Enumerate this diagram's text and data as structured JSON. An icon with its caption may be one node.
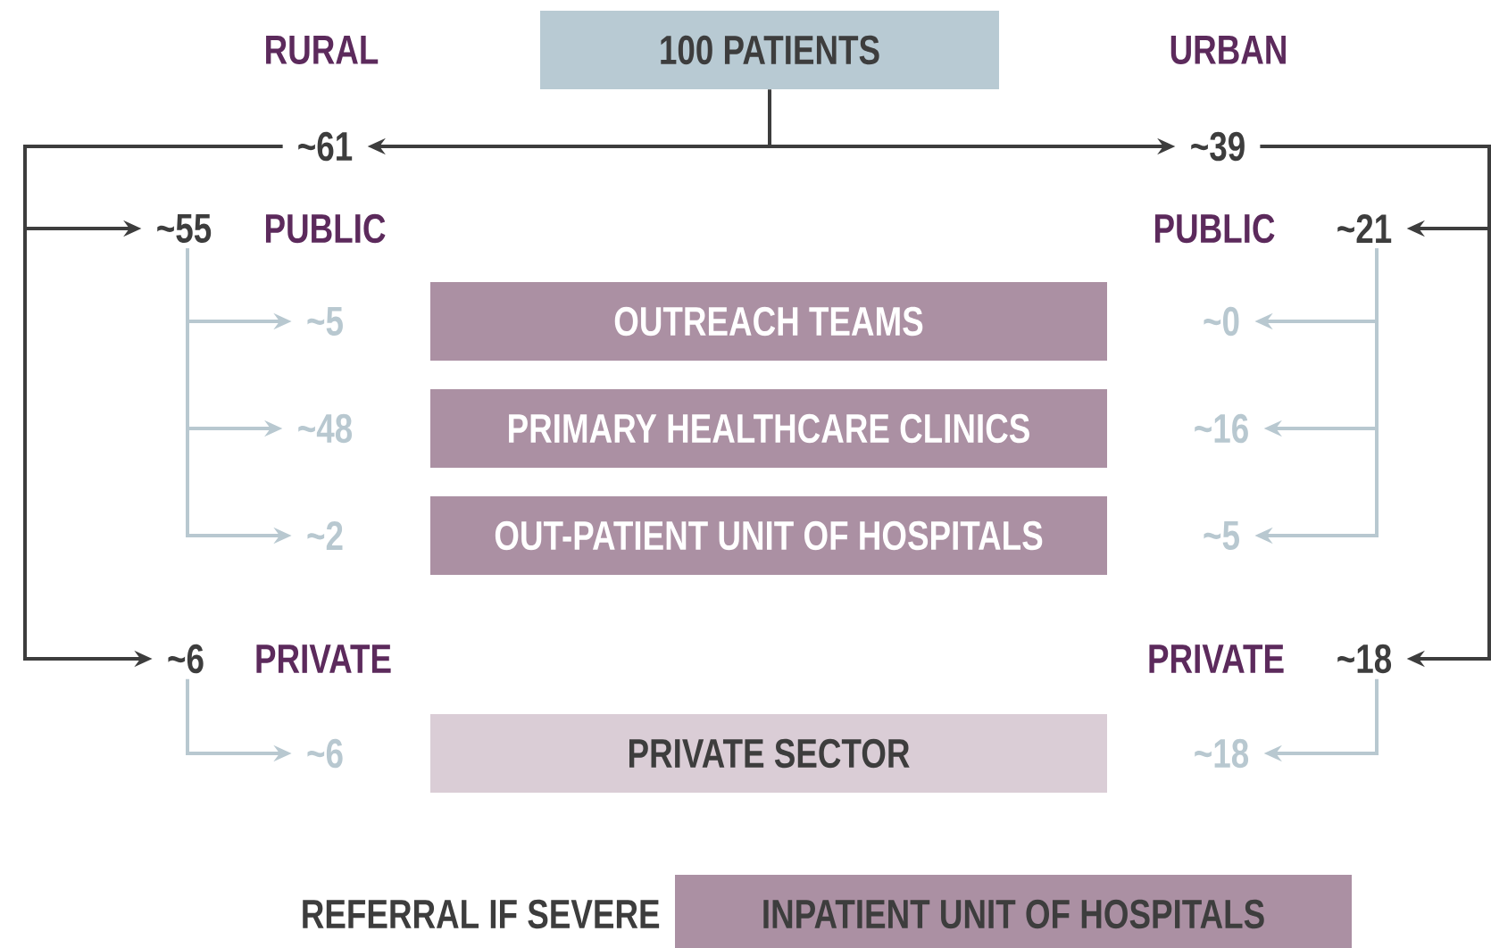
{
  "diagram": {
    "nodes": [
      {
        "text": [
          "100 PATIENTS"
        ]
      },
      {
        "text": [
          "~61"
        ]
      },
      {
        "text": [
          "~39"
        ]
      },
      {
        "text": [
          "~55"
        ]
      },
      {
        "text": [
          "~21"
        ]
      },
      {
        "text": [
          "~5"
        ]
      },
      {
        "text": [
          "OUTREACH TEAMS"
        ]
      },
      {
        "text": [
          "~0"
        ]
      },
      {
        "text": [
          "~48"
        ]
      },
      {
        "text": [
          "PRIMARY HEALTHCARE CLINICS"
        ]
      },
      {
        "text": [
          "~16"
        ]
      },
      {
        "text": [
          "~2"
        ]
      },
      {
        "text": [
          "OUT-PATIENT UNIT OF HOSPITALS"
        ]
      },
      {
        "text": [
          "~5"
        ]
      },
      {
        "text": [
          "~6"
        ]
      },
      {
        "text": [
          "~18"
        ]
      },
      {
        "text": [
          "~6"
        ]
      },
      {
        "text": [
          "PRIVATE SECTOR"
        ]
      },
      {
        "text": [
          "~18"
        ]
      },
      {
        "text": [
          "INPATIENT UNIT OF HOSPITALS"
        ]
      }
    ],
    "edges": [
      {
        "from": 0,
        "to": 1,
        "arrow": "to",
        "color": "#3d3d3d"
      },
      {
        "from": 0,
        "to": 2,
        "arrow": "to",
        "color": "#3d3d3d"
      },
      {
        "from": 1,
        "to": 3,
        "arrow": "to",
        "color": "#3d3d3d"
      },
      {
        "from": 1,
        "to": 14,
        "arrow": "to",
        "color": "#3d3d3d"
      },
      {
        "from": 2,
        "to": 4,
        "arrow": "to",
        "color": "#3d3d3d"
      },
      {
        "from": 2,
        "to": 15,
        "arrow": "to",
        "color": "#3d3d3d"
      },
      {
        "from": 3,
        "to": 5,
        "arrow": "to"
      },
      {
        "from": 3,
        "to": 8,
        "arrow": "to"
      },
      {
        "from": 3,
        "to": 11,
        "arrow": "to"
      },
      {
        "from": 4,
        "to": 7,
        "arrow": "to"
      },
      {
        "from": 4,
        "to": 10,
        "arrow": "to"
      },
      {
        "from": 4,
        "to": 13,
        "arrow": "to"
      },
      {
        "from": 14,
        "to": 16,
        "arrow": "to"
      },
      {
        "from": 15,
        "to": 18,
        "arrow": "to"
      }
    ],
    "labels": [
      "RURAL",
      "URBAN",
      "PUBLIC",
      "PUBLIC",
      "PRIVATE",
      "PRIVATE",
      "REFERRAL IF SEVERE"
    ]
  }
}
